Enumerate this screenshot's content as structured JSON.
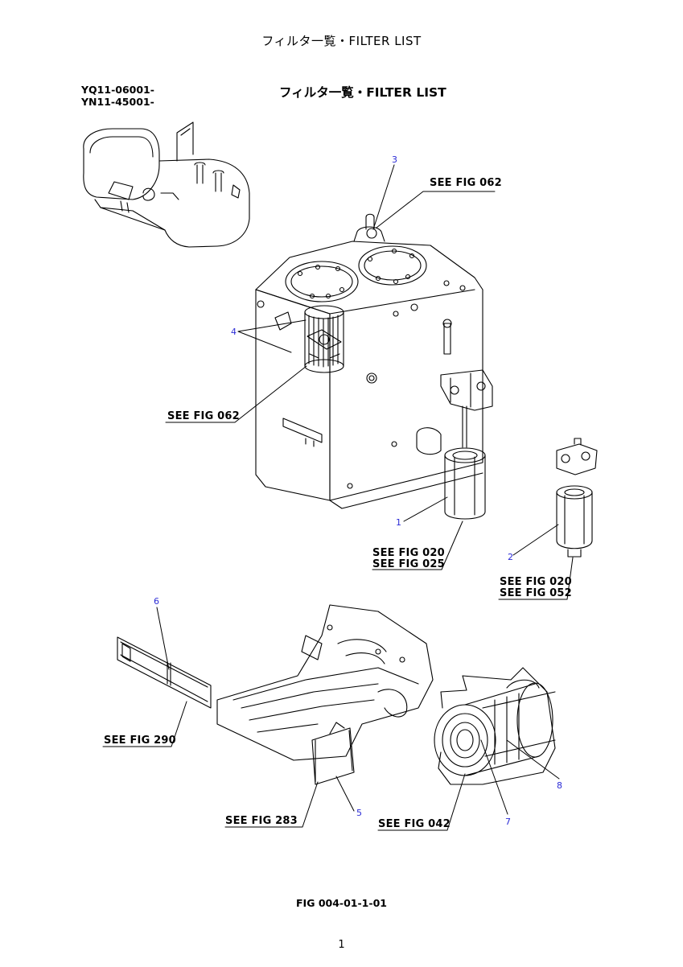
{
  "header": {
    "title": "フィルタ一覧・FILTER LIST"
  },
  "serials": [
    "YQ11-06001-",
    "YN11-45001-"
  ],
  "diagram_title": "フィルタ一覧・FILTER LIST",
  "callouts": {
    "see_fig_062_top": "SEE FIG 062",
    "see_fig_062_left": "SEE FIG 062",
    "see_fig_020_a": "SEE FIG 020",
    "see_fig_025": "SEE FIG 025",
    "see_fig_020_b": "SEE FIG 020",
    "see_fig_052": "SEE FIG 052",
    "see_fig_290": "SEE FIG 290",
    "see_fig_283": "SEE FIG 283",
    "see_fig_042": "SEE FIG 042"
  },
  "parts": [
    "1",
    "2",
    "3",
    "4",
    "5",
    "6",
    "7",
    "8"
  ],
  "footer": {
    "figure_id": "FIG 004-01-1-01",
    "page_number": "1"
  }
}
